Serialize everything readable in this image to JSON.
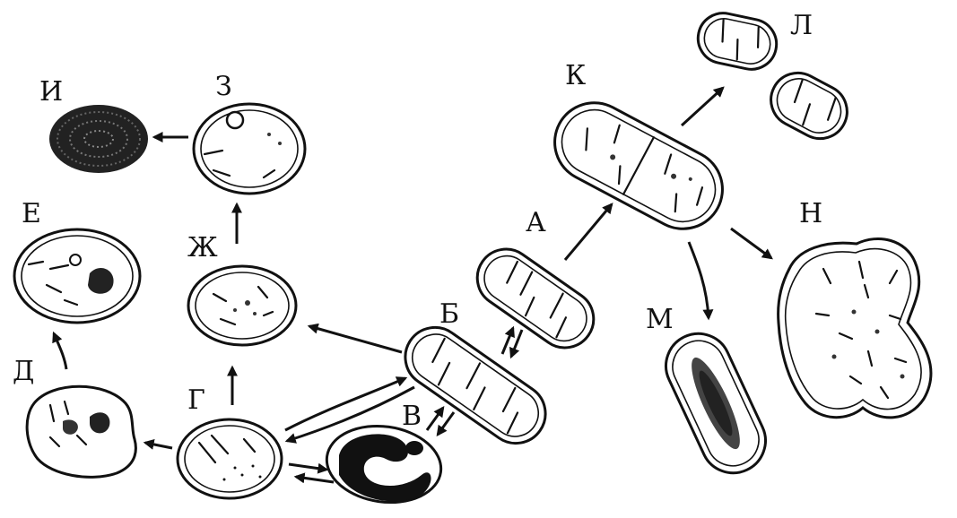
{
  "labels": {
    "a": "А",
    "b": "Б",
    "v": "В",
    "g": "Г",
    "d": "Д",
    "e": "Е",
    "zh": "Ж",
    "z": "З",
    "i": "И",
    "k": "К",
    "l": "Л",
    "m": "М",
    "n": "Н"
  },
  "colors": {
    "ink": "#111111",
    "paper": "#ffffff"
  }
}
